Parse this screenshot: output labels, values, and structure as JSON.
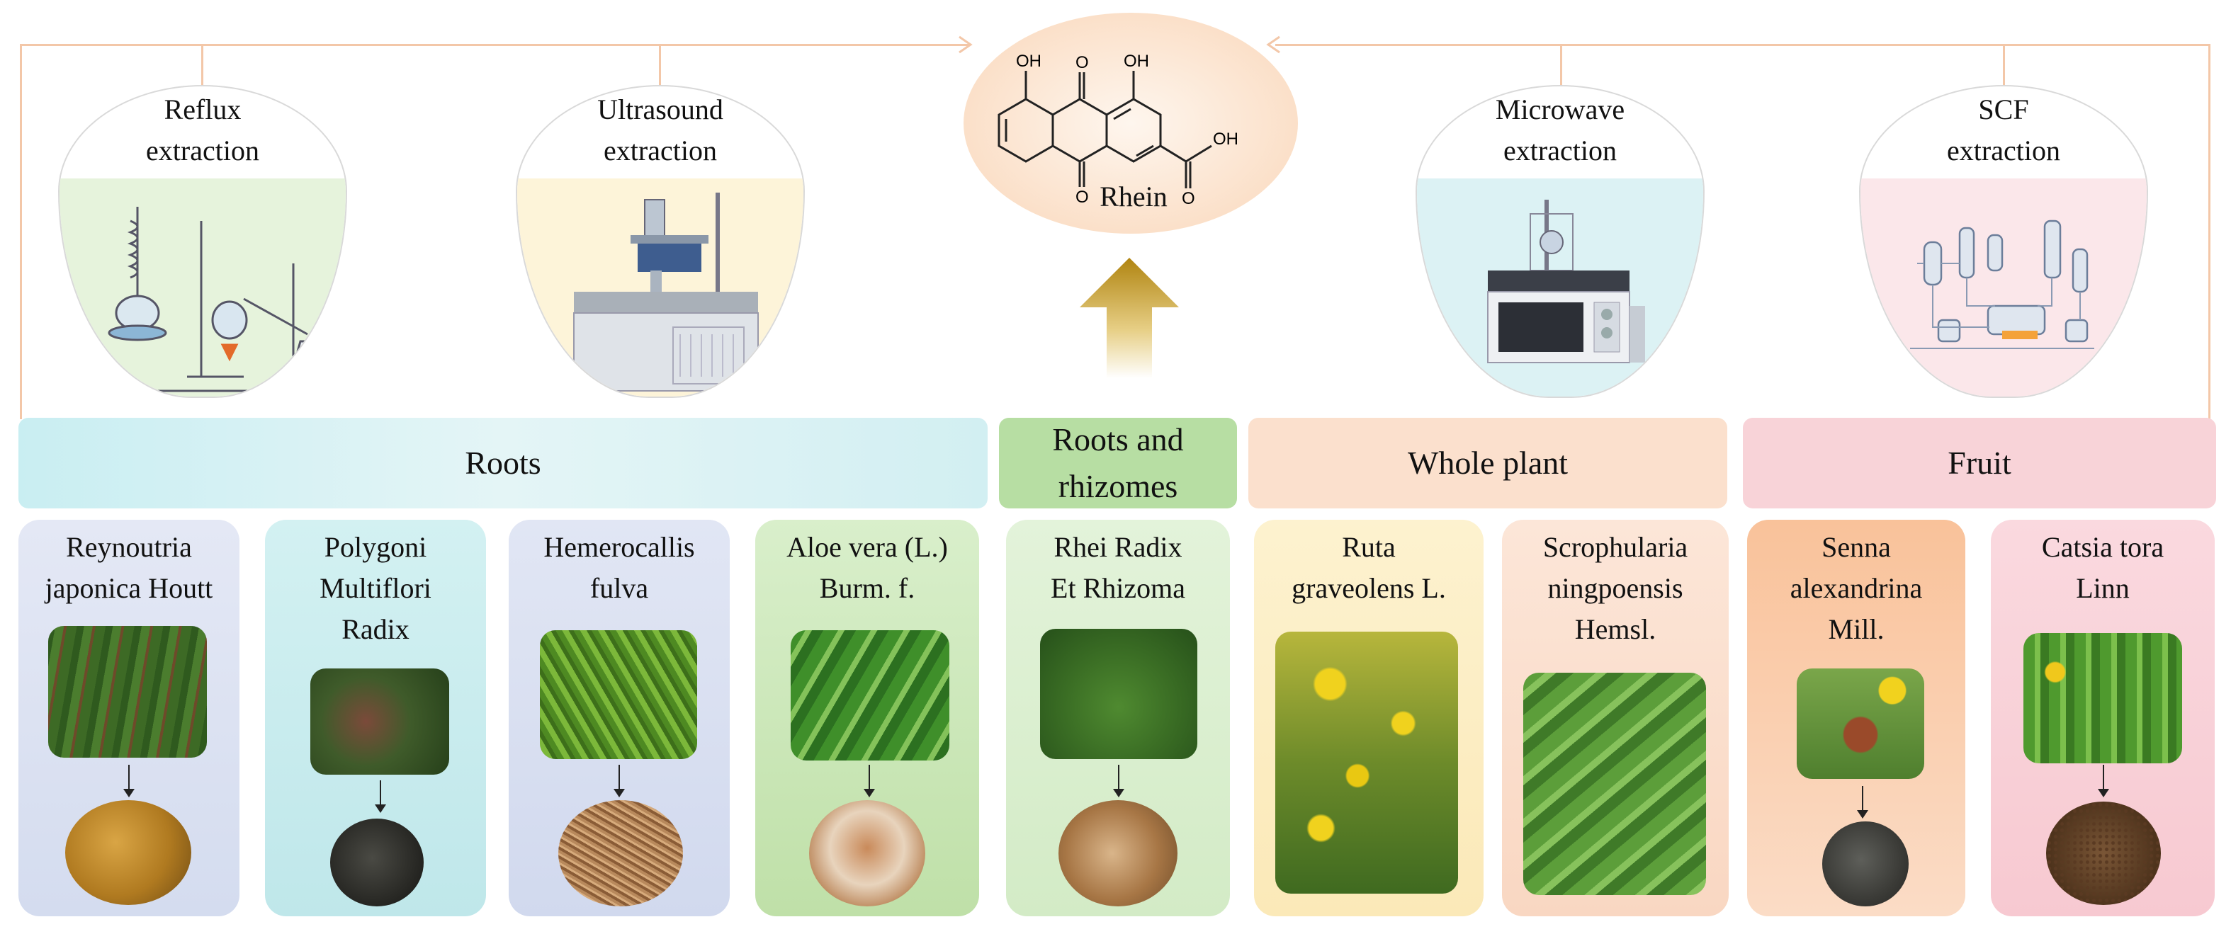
{
  "center": {
    "compound_name": "Rhein",
    "atom_labels": {
      "oh_left": "OH",
      "oh_right": "OH",
      "oh_acid": "OH",
      "o_top": "O",
      "o_bottom": "O",
      "o_acid": "O"
    }
  },
  "extraction_methods": [
    {
      "label": "Reflux\nextraction",
      "icon": "reflux-apparatus-icon",
      "color": "#e6f3dc"
    },
    {
      "label": "Ultrasound\nextraction",
      "icon": "ultrasonic-device-icon",
      "color": "#fdf4d9"
    },
    {
      "label": "Microwave\nextraction",
      "icon": "microwave-reactor-icon",
      "color": "#dcf2f4"
    },
    {
      "label": "SCF\nextraction",
      "icon": "scf-system-icon",
      "color": "#fbe7ea"
    }
  ],
  "categories": [
    {
      "label": "Roots",
      "color": "#d4eef1"
    },
    {
      "label": "Roots and\nrhizomes",
      "color": "#b7dea3"
    },
    {
      "label": "Whole plant",
      "color": "#fbdfcb"
    },
    {
      "label": "Fruit",
      "color": "#f8d3d8"
    }
  ],
  "species": [
    {
      "name": "Reynoutria\njaponica Houtt",
      "color": "#dde3f2"
    },
    {
      "name": "Polygoni\nMultiflori\nRadix",
      "color": "#cdedef"
    },
    {
      "name": "Hemerocallis\nfulva",
      "color": "#dde3f2"
    },
    {
      "name": "Aloe vera (L.)\nBurm. f.",
      "color": "#c7e4b4"
    },
    {
      "name": "Rhei Radix\nEt Rhizoma",
      "color": "#dcefd1"
    },
    {
      "name": "Ruta\ngraveolens L.",
      "color": "#fdefc9"
    },
    {
      "name": "Scrophularia\nningpoensis\nHemsl.",
      "color": "#fbe0cf"
    },
    {
      "name": "Senna\nalexandrina\nMill.",
      "color": "#f8c9a6"
    },
    {
      "name": "Catsia tora\nLinn",
      "color": "#f9d6dc"
    }
  ],
  "colors": {
    "arrow_gold": "#b38a12",
    "connector": "#f3c7a8",
    "rhein_bg": "#fbd9bd"
  }
}
